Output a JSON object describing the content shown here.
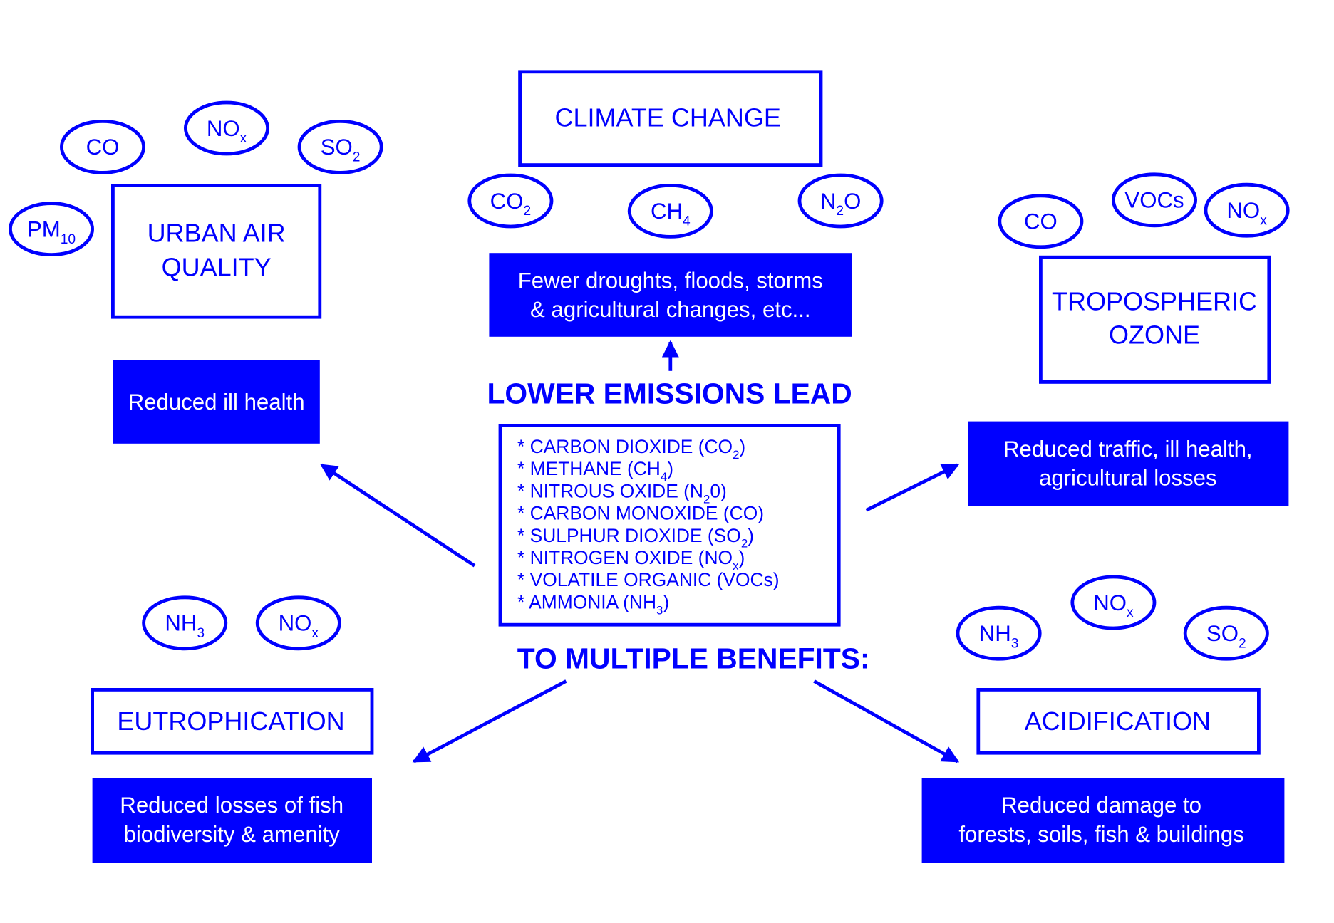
{
  "colors": {
    "accent": "#0000ff",
    "text_on_accent": "#ffffff",
    "background": "#ffffff"
  },
  "center": {
    "heading_top": "LOWER EMISSIONS LEAD",
    "heading_bottom": "TO MULTIPLE BENEFITS:",
    "pollutants": [
      {
        "pre": "* CARBON DIOXIDE (CO",
        "sub": "2",
        "post": ")"
      },
      {
        "pre": "* METHANE (CH",
        "sub": "4",
        "post": ")"
      },
      {
        "pre": "* NITROUS OXIDE (N",
        "sub": "2",
        "post": "0)"
      },
      {
        "pre": "* CARBON MONOXIDE (CO)",
        "sub": "",
        "post": ""
      },
      {
        "pre": "* SULPHUR DIOXIDE (SO",
        "sub": "2",
        "post": ")"
      },
      {
        "pre": "* NITROGEN OXIDE (NO",
        "sub": "x",
        "post": ")"
      },
      {
        "pre": "* VOLATILE  ORGANIC (VOCs)",
        "sub": "",
        "post": ""
      },
      {
        "pre": "* AMMONIA (NH",
        "sub": "3",
        "post": ")"
      }
    ]
  },
  "climate": {
    "title": "CLIMATE CHANGE",
    "gases": [
      {
        "text": "CO",
        "sub": "2"
      },
      {
        "text": "CH",
        "sub": "4"
      },
      {
        "text": "N",
        "sub": "2",
        "post": "O"
      }
    ],
    "benefit": [
      "Fewer droughts, floods, storms",
      "& agricultural changes, etc..."
    ]
  },
  "urban": {
    "title": [
      "URBAN AIR",
      "QUALITY"
    ],
    "gases": [
      {
        "text": "CO",
        "sub": ""
      },
      {
        "text": "NO",
        "sub": "x"
      },
      {
        "text": "SO",
        "sub": "2"
      },
      {
        "text": "PM",
        "sub": "10"
      }
    ],
    "benefit": [
      "Reduced ill health"
    ]
  },
  "ozone": {
    "title": [
      "TROPOSPHERIC",
      "OZONE"
    ],
    "gases": [
      {
        "text": "CO",
        "sub": ""
      },
      {
        "text": "VOCs",
        "sub": ""
      },
      {
        "text": "NO",
        "sub": "x"
      }
    ],
    "benefit": [
      "Reduced traffic, ill health,",
      "agricultural losses"
    ]
  },
  "eutrophication": {
    "title": "EUTROPHICATION",
    "gases": [
      {
        "text": "NH",
        "sub": "3"
      },
      {
        "text": "NO",
        "sub": "x"
      }
    ],
    "benefit": [
      "Reduced losses of fish",
      "biodiversity & amenity"
    ]
  },
  "acidification": {
    "title": "ACIDIFICATION",
    "gases": [
      {
        "text": "NH",
        "sub": "3"
      },
      {
        "text": "NO",
        "sub": "x"
      },
      {
        "text": "SO",
        "sub": "2"
      }
    ],
    "benefit": [
      "Reduced damage to",
      "forests, soils, fish & buildings"
    ]
  }
}
